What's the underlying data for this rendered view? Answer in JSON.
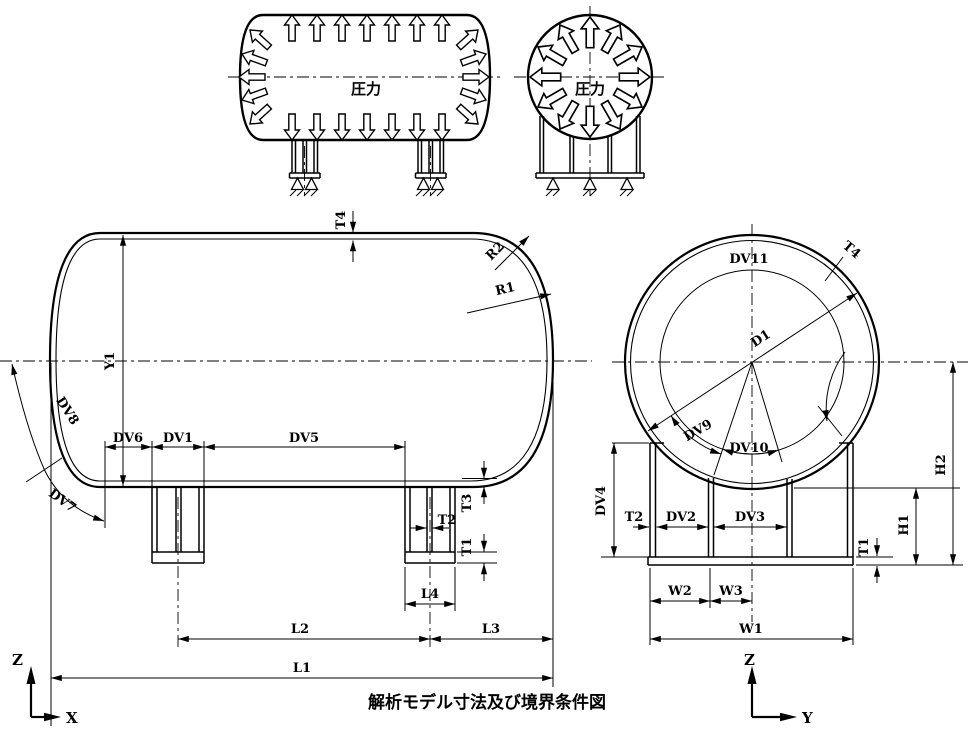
{
  "caption": "解析モデル寸法及び境界条件図",
  "loaded_side_view": {
    "pressure_label": "圧力"
  },
  "loaded_end_view": {
    "pressure_label": "圧力"
  },
  "side_view": {
    "dims": {
      "t4": "T4",
      "r2": "R2",
      "r1": "R1",
      "y1": "Y1",
      "dv8": "DV8",
      "dv7": "DV7",
      "dv6": "DV6",
      "dv1": "DV1",
      "dv5": "DV5",
      "t3": "T3",
      "t2": "T2",
      "t1": "T1",
      "l4": "L4",
      "l2": "L2",
      "l3": "L3",
      "l1": "L1"
    }
  },
  "end_view": {
    "dims": {
      "dv11": "DV11",
      "t4": "T4",
      "d1": "D1",
      "dv9": "DV9",
      "dv10": "DV10",
      "dv4": "DV4",
      "t2": "T2",
      "dv2": "DV2",
      "dv3": "DV3",
      "t1": "T1",
      "h1": "H1",
      "h2": "H2",
      "w2": "W2",
      "w3": "W3",
      "w1": "W1"
    }
  },
  "axes_left": {
    "vertical": "Z",
    "horizontal": "X"
  },
  "axes_right": {
    "vertical": "Z",
    "horizontal": "Y"
  },
  "colors": {
    "line": "#000000",
    "background": "#ffffff"
  }
}
